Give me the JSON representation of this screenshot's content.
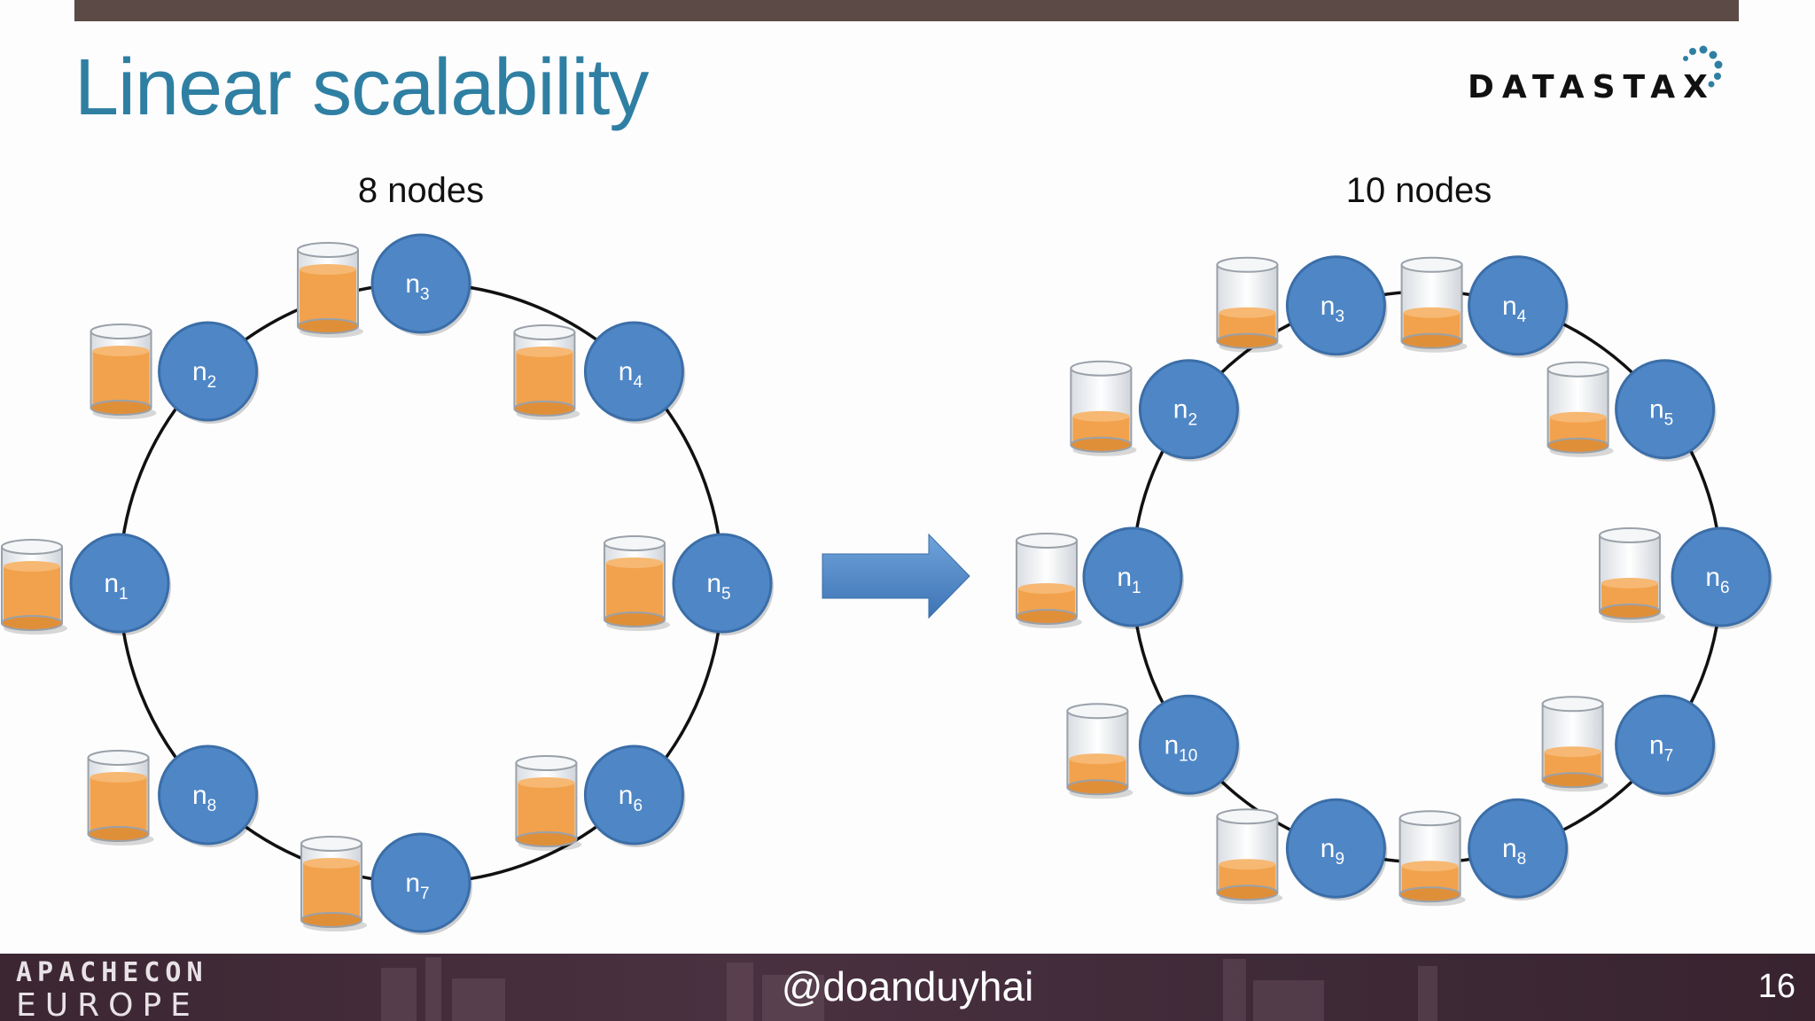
{
  "slide": {
    "title": "Linear scalability",
    "logo": "DATASTAX",
    "handle": "@doanduyhai",
    "page_number": "16",
    "event_top": "APACHECON",
    "event_bottom": "EUROPE"
  },
  "colors": {
    "title": "#2f7fa3",
    "node_fill": "#4f86c6",
    "node_stroke": "#3b6ea8",
    "disk_fill": "#f2a24c",
    "ring": "#111111",
    "arrow": "#4a86c8",
    "top_bar": "#5b4a46",
    "footer": "#3f2a38"
  },
  "diagram": {
    "left_cluster": {
      "caption": "8 nodes",
      "disk_fill_level": 0.8,
      "nodes": [
        {
          "label": "n",
          "sub": "1"
        },
        {
          "label": "n",
          "sub": "2"
        },
        {
          "label": "n",
          "sub": "3"
        },
        {
          "label": "n",
          "sub": "4"
        },
        {
          "label": "n",
          "sub": "5"
        },
        {
          "label": "n",
          "sub": "6"
        },
        {
          "label": "n",
          "sub": "7"
        },
        {
          "label": "n",
          "sub": "8"
        }
      ]
    },
    "right_cluster": {
      "caption": "10 nodes",
      "disk_fill_level": 0.4,
      "nodes": [
        {
          "label": "n",
          "sub": "1"
        },
        {
          "label": "n",
          "sub": "2"
        },
        {
          "label": "n",
          "sub": "3"
        },
        {
          "label": "n",
          "sub": "4"
        },
        {
          "label": "n",
          "sub": "5"
        },
        {
          "label": "n",
          "sub": "6"
        },
        {
          "label": "n",
          "sub": "7"
        },
        {
          "label": "n",
          "sub": "8"
        },
        {
          "label": "n",
          "sub": "9"
        },
        {
          "label": "n",
          "sub": "10"
        }
      ]
    },
    "arrow_icon": "right-arrow-icon"
  }
}
